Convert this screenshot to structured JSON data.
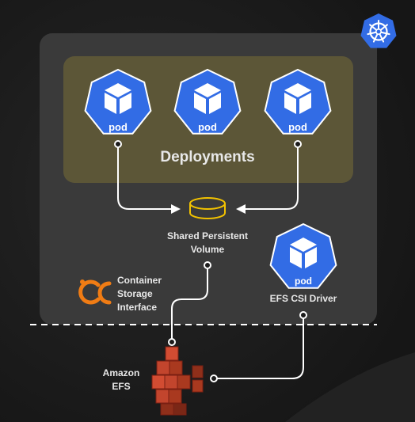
{
  "diagram": {
    "pods": [
      {
        "label": "pod"
      },
      {
        "label": "pod"
      },
      {
        "label": "pod"
      }
    ],
    "deployments_label": "Deployments",
    "shared_volume_label": [
      "Shared Persistent",
      "Volume"
    ],
    "csi_label": [
      "Container",
      "Storage",
      "Interface"
    ],
    "driver_pod_label": "pod",
    "driver_label": "EFS CSI Driver",
    "efs_label": [
      "Amazon",
      "EFS"
    ]
  },
  "colors": {
    "background": "#1b1b1b",
    "cluster_panel": "#3a3a3a",
    "deployments_panel": "#5c5637",
    "kubernetes_blue": "#326ce5",
    "csi_orange": "#f07c14",
    "efs_red": "#c2452d",
    "connector": "#ffffff",
    "volume_stroke": "#f2c200"
  }
}
